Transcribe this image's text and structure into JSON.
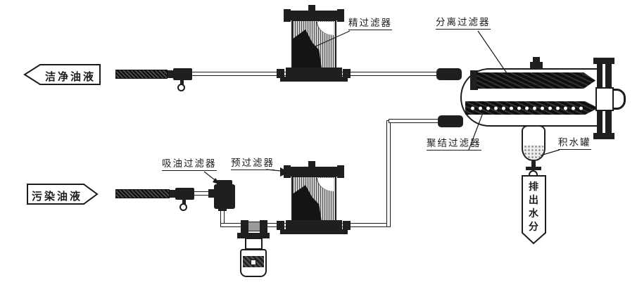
{
  "diagram": {
    "type": "oil-purification-flow-schematic",
    "colors": {
      "ink": "#1c1c1c",
      "component_fill": "#1f1f1f",
      "background": "#ffffff"
    }
  },
  "banners": {
    "clean_oil": {
      "label": "洁净油液",
      "direction": "left"
    },
    "dirty_oil": {
      "label": "污染油液",
      "direction": "right"
    },
    "drain_water": {
      "label": "排出水分",
      "direction": "down"
    }
  },
  "labels": {
    "fine_filter": "精过滤器",
    "separator_filter": "分离过滤器",
    "coalescer_filter": "聚结过滤器",
    "suction_filter": "吸油过滤器",
    "pre_filter": "预过滤器",
    "water_tank": "积水罐"
  }
}
